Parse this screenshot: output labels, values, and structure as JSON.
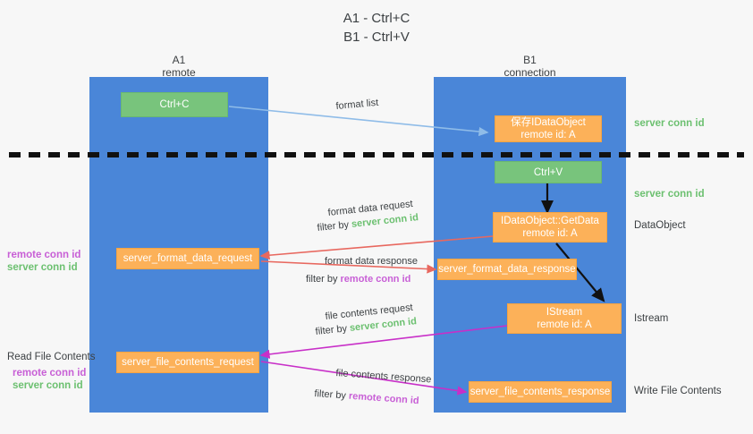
{
  "title": {
    "line1": "A1 - Ctrl+C",
    "line2": "B1 - Ctrl+V"
  },
  "lanes": [
    {
      "name": "A1",
      "subtitle": "remote"
    },
    {
      "name": "B1",
      "subtitle": "connection"
    }
  ],
  "colors": {
    "lane": "#4a86d8",
    "green_box": "#78c47c",
    "orange_box": "#fcb159",
    "server_conn_id": "#6cc070",
    "remote_conn_id": "#c85fd6",
    "red_arrow": "#e8685f",
    "magenta_arrow": "#c82fc8",
    "blue_arrow": "#8fbce8",
    "black_arrow": "#111111",
    "background": "#f7f7f7"
  },
  "boxes": {
    "ctrl_c": {
      "label": "Ctrl+C"
    },
    "ctrl_v": {
      "label": "Ctrl+V"
    },
    "idataobject": {
      "line1": "保存IDataObject",
      "line2": "remote id: A"
    },
    "getdata": {
      "line1": "IDataObject::GetData",
      "line2": "remote id: A"
    },
    "istream": {
      "line1": "IStream",
      "line2": "remote id: A"
    },
    "server_format_data_request": {
      "label": "server_format_data_request"
    },
    "server_format_data_response": {
      "label": "server_format_data_response"
    },
    "server_file_contents_request": {
      "label": "server_file_contents_request"
    },
    "server_file_contents_response": {
      "label": "server_file_contents_response"
    }
  },
  "right_labels": [
    {
      "text": "server conn id",
      "kind": "green"
    },
    {
      "text": "server conn id",
      "kind": "green"
    },
    {
      "text": "DataObject",
      "kind": "plain"
    },
    {
      "text": "Istream",
      "kind": "plain"
    },
    {
      "text": "Write File Contents",
      "kind": "plain"
    }
  ],
  "left_labels": {
    "remote_conn_id_1": "remote conn id",
    "server_conn_id_1": "server conn id",
    "read_file_contents": "Read File Contents",
    "remote_conn_id_2": "remote conn id",
    "server_conn_id_2": "server conn id"
  },
  "edges": [
    {
      "id": "format-list",
      "text": "format list"
    },
    {
      "id": "format-data-request",
      "text": "format data request"
    },
    {
      "id": "format-data-request-filter",
      "prefix": "filter by ",
      "value": "server conn id",
      "value_kind": "green"
    },
    {
      "id": "format-data-response",
      "text": "format data response"
    },
    {
      "id": "format-data-response-filter",
      "prefix": "filter by ",
      "value": "remote conn id",
      "value_kind": "magenta"
    },
    {
      "id": "file-contents-request",
      "text": "file contents request"
    },
    {
      "id": "file-contents-request-filter",
      "prefix": "filter by ",
      "value": "server conn id",
      "value_kind": "green"
    },
    {
      "id": "file-contents-response",
      "text": "file contents response"
    },
    {
      "id": "file-contents-response-filter",
      "prefix": "filter by ",
      "value": "remote conn id",
      "value_kind": "magenta"
    }
  ]
}
